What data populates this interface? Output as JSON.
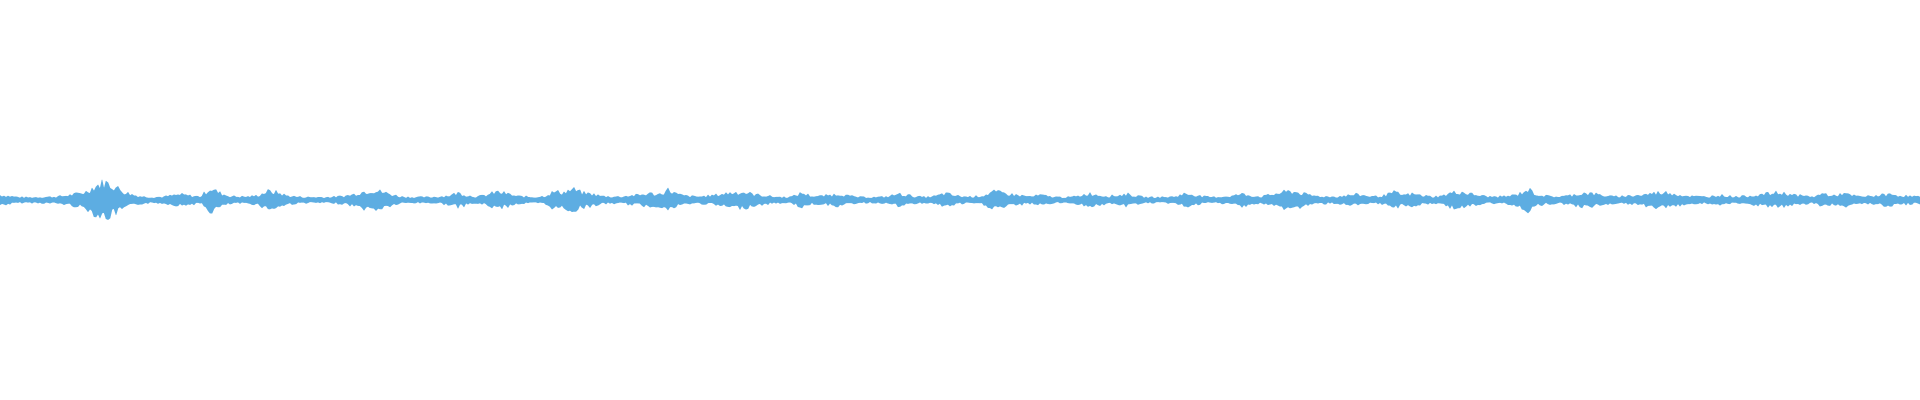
{
  "waveform": {
    "color": "#5dade2",
    "background": "#ffffff",
    "amplitude_envelope": [
      0.18,
      0.14,
      0.1,
      0.09,
      0.1,
      0.11,
      0.12,
      0.16,
      0.22,
      0.3,
      0.52,
      0.66,
      0.5,
      0.3,
      0.18,
      0.12,
      0.1,
      0.11,
      0.16,
      0.2,
      0.15,
      0.12,
      0.44,
      0.26,
      0.14,
      0.12,
      0.12,
      0.16,
      0.32,
      0.28,
      0.16,
      0.12,
      0.1,
      0.1,
      0.1,
      0.11,
      0.14,
      0.2,
      0.3,
      0.36,
      0.3,
      0.2,
      0.12,
      0.1,
      0.1,
      0.1,
      0.12,
      0.16,
      0.26,
      0.16,
      0.12,
      0.18,
      0.3,
      0.24,
      0.14,
      0.12,
      0.1,
      0.14,
      0.3,
      0.28,
      0.4,
      0.26,
      0.22,
      0.14,
      0.12,
      0.12,
      0.16,
      0.18,
      0.24,
      0.2,
      0.38,
      0.2,
      0.14,
      0.12,
      0.14,
      0.18,
      0.24,
      0.28,
      0.28,
      0.2,
      0.16,
      0.12,
      0.1,
      0.12,
      0.26,
      0.14,
      0.14,
      0.18,
      0.22,
      0.14,
      0.1,
      0.1,
      0.1,
      0.12,
      0.22,
      0.18,
      0.12,
      0.1,
      0.14,
      0.24,
      0.16,
      0.12,
      0.12,
      0.16,
      0.3,
      0.26,
      0.2,
      0.16,
      0.12,
      0.18,
      0.12,
      0.1,
      0.1,
      0.14,
      0.24,
      0.18,
      0.14,
      0.16,
      0.22,
      0.14,
      0.1,
      0.1,
      0.1,
      0.12,
      0.22,
      0.2,
      0.12,
      0.1,
      0.12,
      0.14,
      0.22,
      0.16,
      0.12,
      0.18,
      0.26,
      0.32,
      0.28,
      0.18,
      0.14,
      0.12,
      0.12,
      0.16,
      0.2,
      0.16,
      0.12,
      0.16,
      0.28,
      0.18,
      0.22,
      0.16,
      0.12,
      0.14,
      0.26,
      0.3,
      0.22,
      0.16,
      0.12,
      0.12,
      0.14,
      0.2,
      0.4,
      0.2,
      0.14,
      0.12,
      0.14,
      0.2,
      0.26,
      0.22,
      0.16,
      0.12,
      0.14,
      0.16,
      0.18,
      0.24,
      0.28,
      0.26,
      0.18,
      0.14,
      0.12,
      0.12,
      0.18,
      0.14,
      0.12,
      0.14,
      0.18,
      0.22,
      0.26,
      0.24,
      0.18,
      0.14,
      0.12,
      0.24,
      0.14,
      0.24,
      0.16,
      0.12,
      0.14,
      0.18,
      0.2,
      0.16,
      0.14,
      0.12
    ]
  }
}
